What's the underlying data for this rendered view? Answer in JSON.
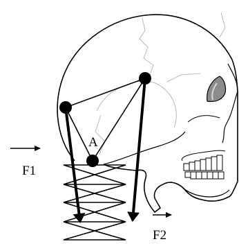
{
  "labels": {
    "point_a": "A",
    "force_1": "F1",
    "force_2": "F2"
  },
  "colors": {
    "ink": "#000000",
    "suture": "#b9b9b9",
    "orbit_shadow": "#8c8c8c",
    "background": "#ffffff"
  }
}
